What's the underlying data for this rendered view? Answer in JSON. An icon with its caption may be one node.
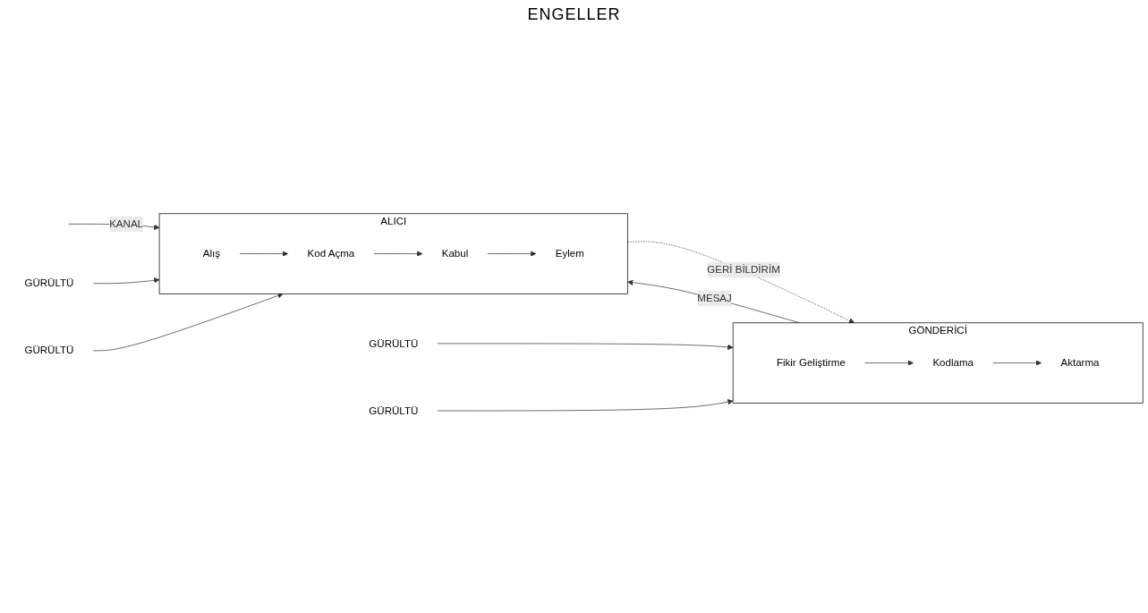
{
  "diagram": {
    "nodes": [
      {
        "text": [
          "GÖNDERİCİ"
        ]
      },
      {
        "text": [
          "Fikir Geliştirme"
        ],
        "in": 0
      },
      {
        "text": [
          "Kodlama"
        ],
        "in": 0
      },
      {
        "text": [
          "Aktarma"
        ],
        "in": 0
      },
      {
        "text": [
          "ALICI"
        ]
      },
      {
        "text": [
          "Alış"
        ],
        "in": 4
      },
      {
        "text": [
          "Kod Açma"
        ],
        "in": 4
      },
      {
        "text": [
          "Kabul"
        ],
        "in": 4
      },
      {
        "text": [
          "Eylem"
        ],
        "in": 4
      },
      {
        "text": [
          "GÜRÜLTÜ"
        ]
      },
      {
        "text": [
          "GÜRÜLTÜ"
        ]
      },
      {
        "text": [
          "GÜRÜLTÜ"
        ]
      },
      {
        "text": [
          "GÜRÜLTÜ"
        ]
      }
    ],
    "edges": [
      {
        "from": 1,
        "to": 2,
        "arrow": "to"
      },
      {
        "from": 2,
        "to": 3,
        "arrow": "to"
      },
      {
        "from": 5,
        "to": 6,
        "arrow": "to"
      },
      {
        "from": 6,
        "to": 7,
        "arrow": "to"
      },
      {
        "from": 7,
        "to": 8,
        "arrow": "to"
      },
      {
        "from": 0,
        "to": 4,
        "label": "MESAJ",
        "arrow": "to"
      },
      {
        "from": null,
        "to": 4,
        "label": "KANAL",
        "arrow": "to"
      },
      {
        "from": 4,
        "to": 0,
        "label": "GERİ BİLDİRİM",
        "arrow": "to",
        "style": "dashed"
      },
      {
        "from": 9,
        "to": 0,
        "arrow": "to"
      },
      {
        "from": 10,
        "to": 4,
        "arrow": "to"
      },
      {
        "from": 11,
        "to": 0,
        "arrow": "to"
      },
      {
        "from": 12,
        "to": 4,
        "arrow": "to"
      }
    ],
    "labels": [
      "ENGELLER"
    ]
  }
}
